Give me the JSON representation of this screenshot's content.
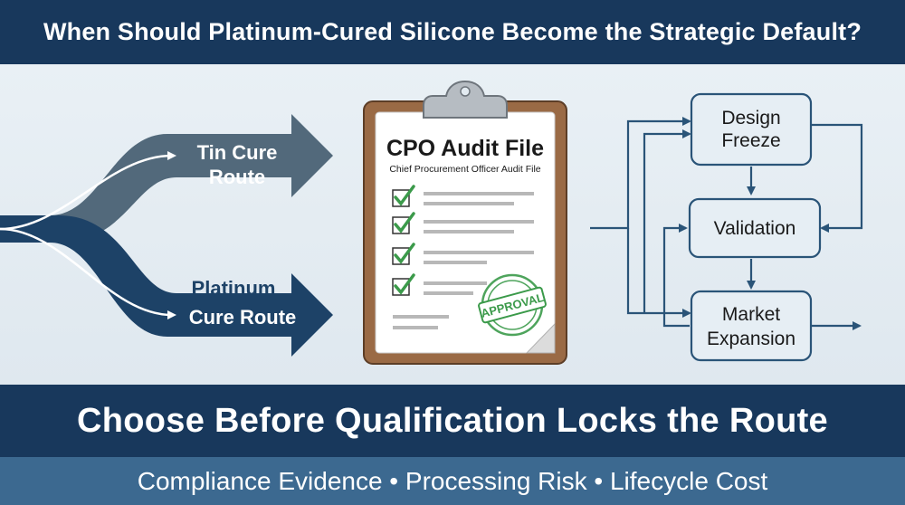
{
  "title": "When Should Platinum-Cured Silicone Become the Strategic Default?",
  "routes": {
    "tin": {
      "line1": "Tin Cure",
      "line2": "Route"
    },
    "platinum": {
      "line1": "Platinum",
      "line2": "Cure Route"
    }
  },
  "clipboard": {
    "title": "CPO Audit File",
    "subtitle": "Chief Procurement Officer Audit File",
    "stamp": "APPROVAL",
    "checklist_items": 4
  },
  "flow": {
    "steps": [
      {
        "line1": "Design",
        "line2": "Freeze"
      },
      {
        "line1": "Validation",
        "line2": ""
      },
      {
        "line1": "Market",
        "line2": "Expansion"
      }
    ]
  },
  "headline": "Choose Before Qualification Locks the Route",
  "footer": "Compliance Evidence • Processing Risk • Lifecycle Cost",
  "colors": {
    "navy": "#18385c",
    "steel_blue": "#3c6990",
    "slate_arrow": "#4f6a7d",
    "check_green": "#3b9a4a",
    "clipboard_brown": "#9a6a45"
  }
}
